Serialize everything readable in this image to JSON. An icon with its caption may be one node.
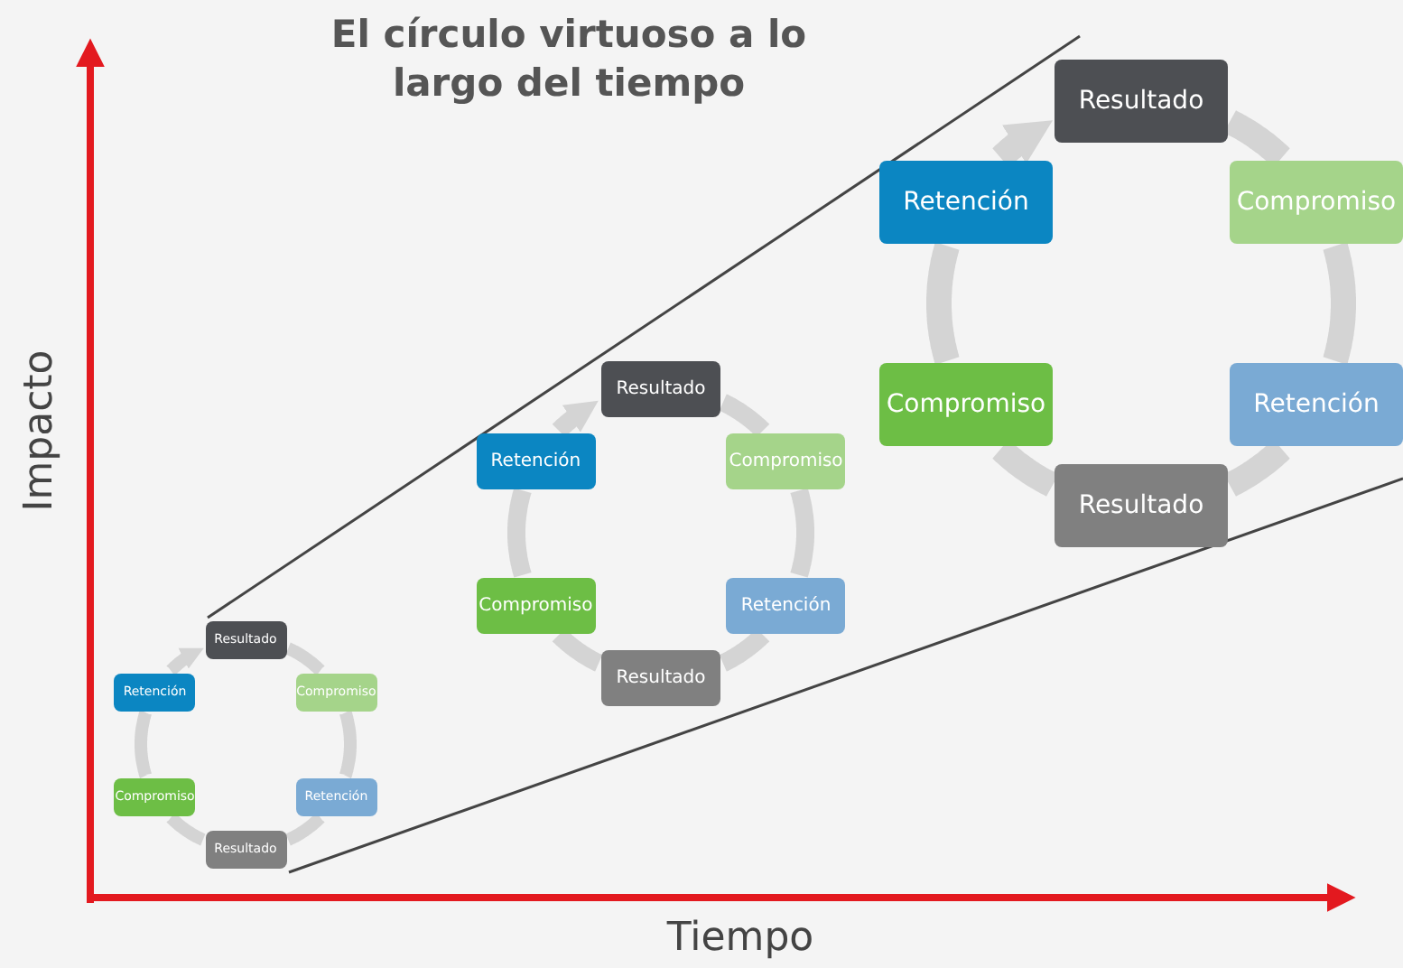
{
  "diagram": {
    "title": "El círculo virtuoso a lo largo del tiempo",
    "nodes": [
      {
        "text": [
          "Resultado"
        ]
      },
      {
        "text": [
          "Compromiso"
        ]
      },
      {
        "text": [
          "Retención"
        ]
      },
      {
        "text": [
          "Resultado"
        ]
      },
      {
        "text": [
          "Compromiso"
        ]
      },
      {
        "text": [
          "Retención"
        ]
      },
      {
        "text": [
          "Resultado"
        ]
      },
      {
        "text": [
          "Compromiso"
        ]
      },
      {
        "text": [
          "Retención"
        ]
      },
      {
        "text": [
          "Resultado"
        ]
      },
      {
        "text": [
          "Compromiso"
        ]
      },
      {
        "text": [
          "Retención"
        ]
      },
      {
        "text": [
          "Resultado"
        ]
      },
      {
        "text": [
          "Compromiso"
        ]
      },
      {
        "text": [
          "Retención"
        ]
      },
      {
        "text": [
          "Resultado"
        ]
      },
      {
        "text": [
          "Compromiso"
        ]
      },
      {
        "text": [
          "Retención"
        ]
      }
    ],
    "edges": [
      {
        "from": 0,
        "to": 1,
        "arrow": "none"
      },
      {
        "from": 1,
        "to": 2,
        "arrow": "none"
      },
      {
        "from": 2,
        "to": 3,
        "arrow": "none"
      },
      {
        "from": 3,
        "to": 4,
        "arrow": "none"
      },
      {
        "from": 4,
        "to": 5,
        "arrow": "none"
      },
      {
        "from": 5,
        "to": 0,
        "arrow": "to"
      },
      {
        "from": 6,
        "to": 7,
        "arrow": "none"
      },
      {
        "from": 7,
        "to": 8,
        "arrow": "none"
      },
      {
        "from": 8,
        "to": 9,
        "arrow": "none"
      },
      {
        "from": 9,
        "to": 10,
        "arrow": "none"
      },
      {
        "from": 10,
        "to": 11,
        "arrow": "none"
      },
      {
        "from": 11,
        "to": 6,
        "arrow": "to"
      },
      {
        "from": 12,
        "to": 13,
        "arrow": "none"
      },
      {
        "from": 13,
        "to": 14,
        "arrow": "none"
      },
      {
        "from": 14,
        "to": 15,
        "arrow": "none"
      },
      {
        "from": 15,
        "to": 16,
        "arrow": "none"
      },
      {
        "from": 16,
        "to": 17,
        "arrow": "none"
      },
      {
        "from": 17,
        "to": 12,
        "arrow": "to"
      }
    ],
    "labels": [
      "Impacto",
      "Tiempo"
    ]
  }
}
